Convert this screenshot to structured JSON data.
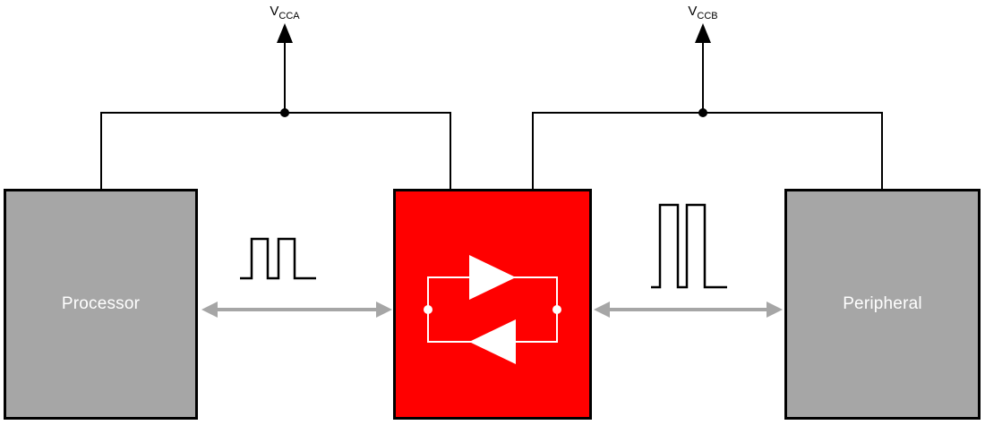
{
  "diagram": {
    "type": "block-diagram",
    "description_visible_elements": "Processor and Peripheral blocks connected through a bidirectional level translator block with separate supply rails"
  },
  "colors": {
    "block_gray": "#a6a6a6",
    "block_red": "#ff0000",
    "wire_black": "#000000",
    "bus_arrow_gray": "#a6a6a6",
    "symbol_white": "#ffffff",
    "background": "#ffffff"
  },
  "blocks": {
    "processor": {
      "label": "Processor"
    },
    "translator": {
      "label": ""
    },
    "peripheral": {
      "label": "Peripheral"
    }
  },
  "supplies": {
    "vcca": {
      "base": "V",
      "sub": "CCA"
    },
    "vccb": {
      "base": "V",
      "sub": "CCB"
    }
  },
  "icons": {
    "supply_arrow": "up-arrow",
    "bus_arrow": "double-headed-arrow",
    "waveform": "square-wave",
    "translator_symbol": "back-to-back-buffers-loop",
    "junction": "filled-dot"
  }
}
